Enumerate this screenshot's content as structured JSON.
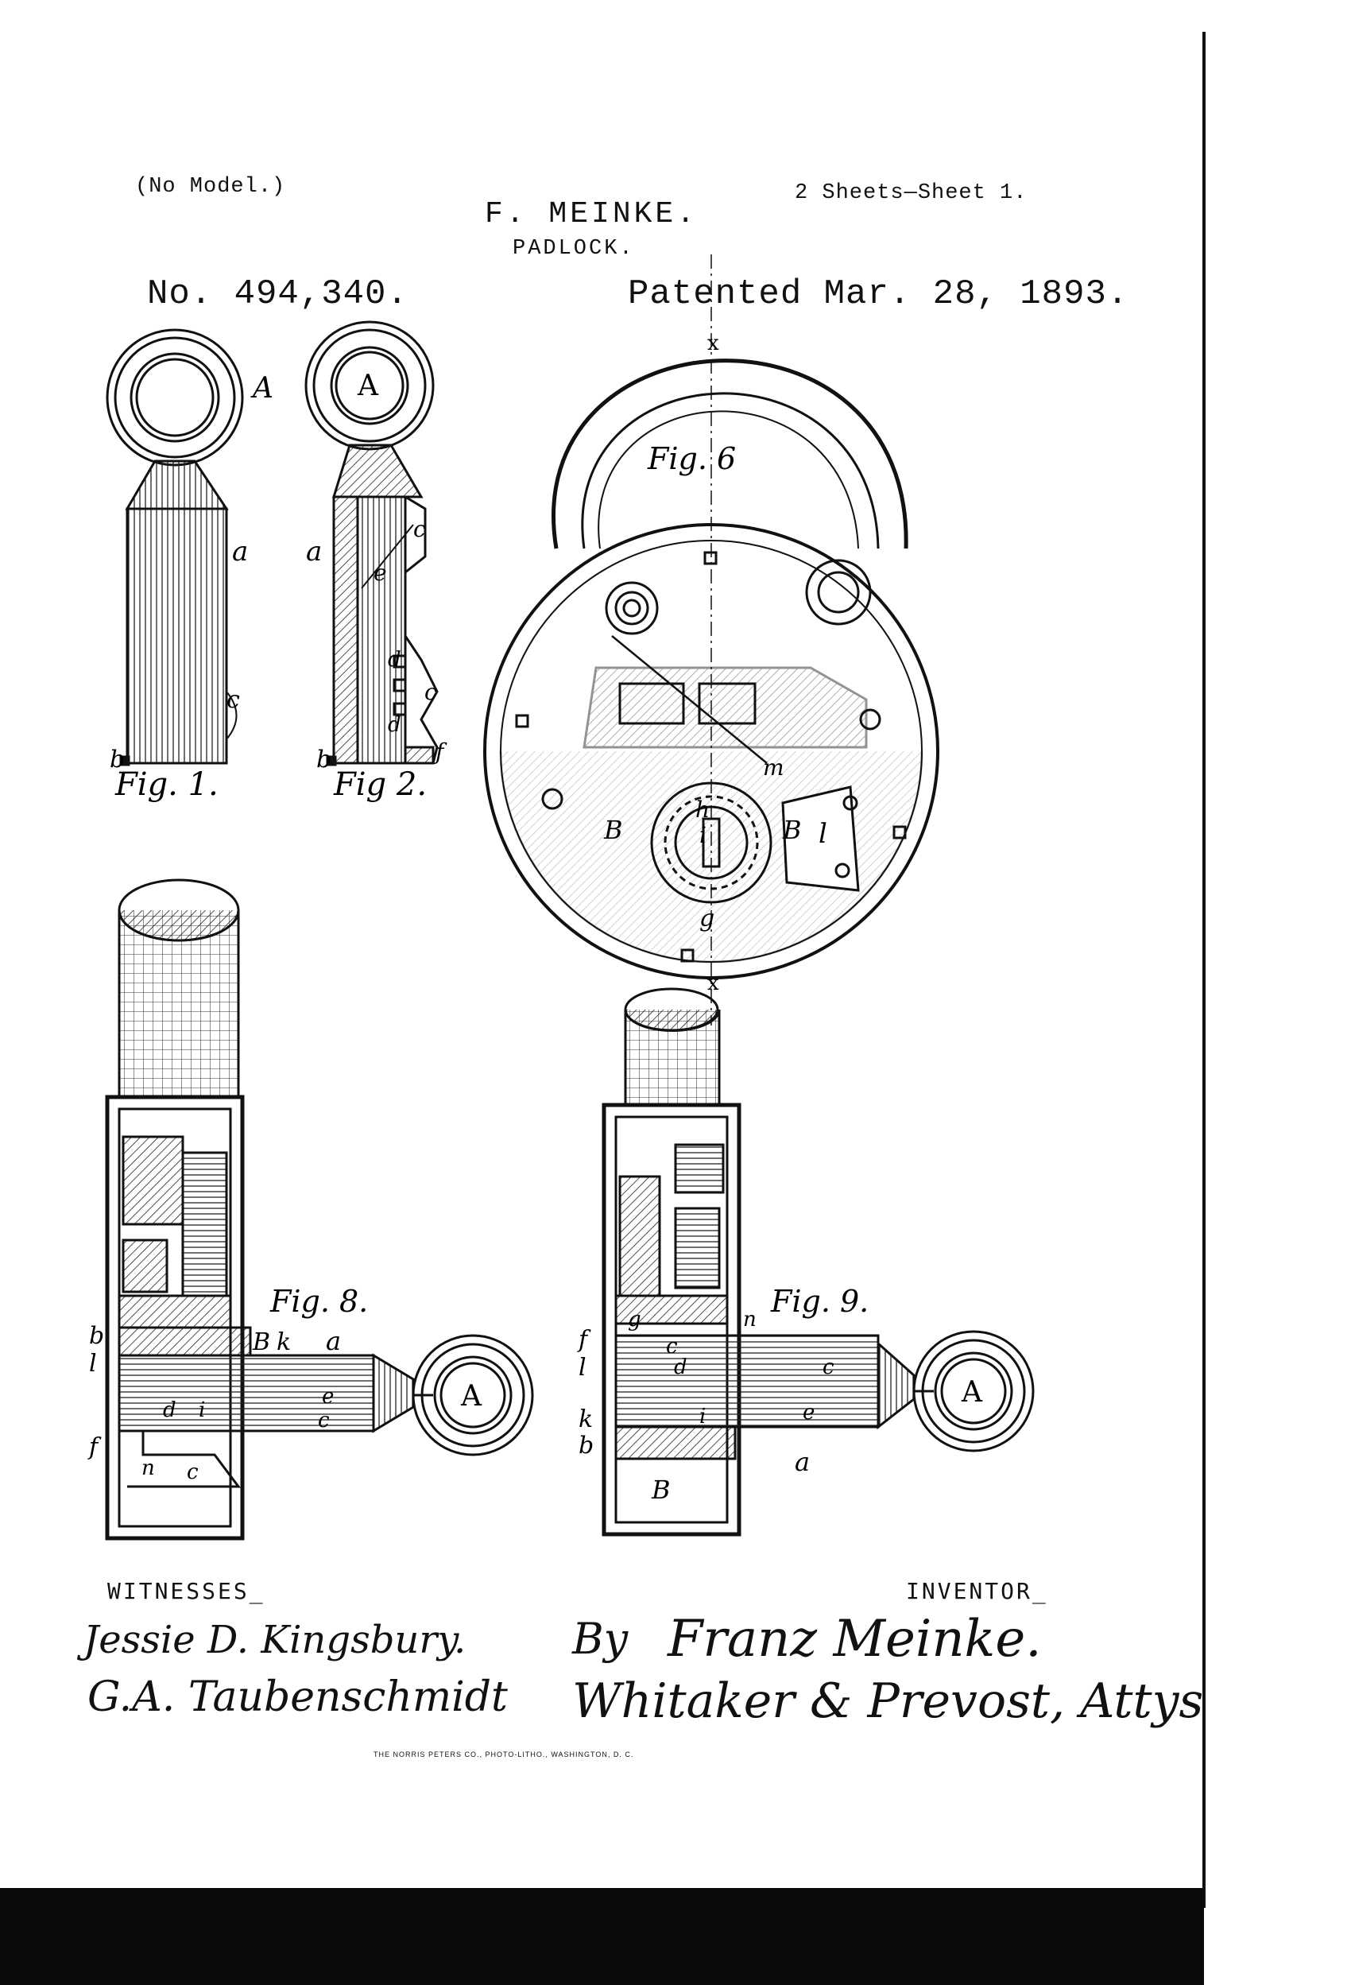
{
  "header": {
    "model_note": "(No Model.)",
    "sheets": "2 Sheets—Sheet 1.",
    "inventor_name": "F. MEINKE.",
    "title": "PADLOCK.",
    "patent_number": "No. 494,340.",
    "patented_date": "Patented Mar. 28, 1893."
  },
  "figures": {
    "fig1": {
      "caption": "Fig. 1.",
      "labels": {
        "A": "A",
        "a": "a",
        "c": "c",
        "b": "b"
      }
    },
    "fig2": {
      "caption": "Fig 2.",
      "labels": {
        "A": "A",
        "a": "a",
        "c_top": "c",
        "e": "e",
        "d_top": "d",
        "c_mid": "c",
        "d_low": "d",
        "b": "b",
        "f": "f"
      }
    },
    "fig6": {
      "caption": "Fig. 6",
      "labels": {
        "x_top": "x",
        "x_bottom": "x",
        "m": "m",
        "h": "h",
        "i": "i",
        "B_left": "B",
        "B_right": "B",
        "l": "l",
        "g": "g"
      }
    },
    "fig8": {
      "caption": "Fig. 8.",
      "labels": {
        "b": "b",
        "l": "l",
        "f": "f",
        "B": "B",
        "k": "k",
        "a": "a",
        "e": "e",
        "c_right": "c",
        "d": "d",
        "i": "i",
        "n": "n",
        "c_low": "c",
        "A": "A"
      }
    },
    "fig9": {
      "caption": "Fig. 9.",
      "labels": {
        "g": "g",
        "n": "n",
        "f": "f",
        "l": "l",
        "c": "c",
        "d": "d",
        "c_right": "c",
        "e": "e",
        "k": "k",
        "b": "b",
        "i": "i",
        "a": "a",
        "B": "B",
        "A": "A"
      }
    }
  },
  "footer": {
    "witnesses_label": "WITNESSES_",
    "inventor_label": "INVENTOR_",
    "witness1": "Jessie D. Kingsbury.",
    "witness2": "G.A. Taubenschmidt",
    "inventor_signature_by": "By",
    "inventor_signature": "Franz Meinke.",
    "attorneys": "Whitaker & Prevost, Attys",
    "printer": "THE NORRIS PETERS CO., PHOTO-LITHO., WASHINGTON, D. C."
  }
}
